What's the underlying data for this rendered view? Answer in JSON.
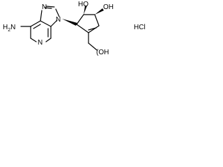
{
  "structure": {
    "atoms": {
      "amine_h": "H",
      "amine_sub": "2",
      "amine_n": "N",
      "n_imidazole_top": "N",
      "n_imidazole_link": "N",
      "n_pyridine": "N",
      "oh_left": "HO",
      "oh_right": "OH",
      "oh_bottom": "(OH"
    },
    "salt": "HCl",
    "wedge_color": "#000000",
    "bond_color": "#000000"
  }
}
